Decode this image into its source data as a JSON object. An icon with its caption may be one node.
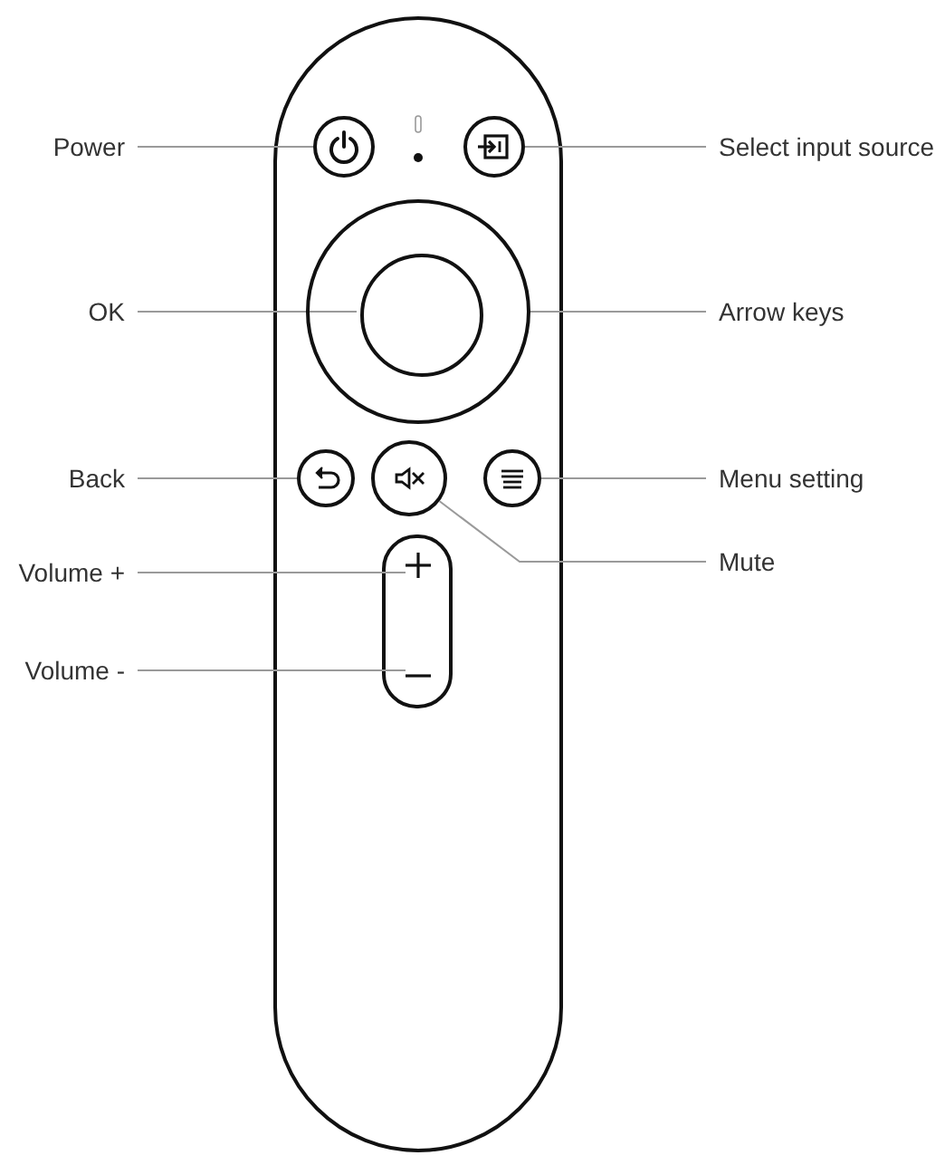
{
  "diagram": {
    "nodes": [
      {
        "text": [
          "Power"
        ]
      },
      {
        "text": [],
        "shape": "circle"
      },
      {
        "text": [
          "Select input source"
        ]
      },
      {
        "text": [],
        "shape": "circle"
      },
      {
        "text": [
          "OK"
        ]
      },
      {
        "text": [
          "Arrow keys"
        ]
      },
      {
        "text": [],
        "shape": "circle"
      },
      {
        "text": [],
        "shape": "circle",
        "in": 6
      },
      {
        "text": [
          "Back"
        ]
      },
      {
        "text": [],
        "shape": "circle"
      },
      {
        "text": [],
        "shape": "circle"
      },
      {
        "text": [],
        "shape": "circle"
      },
      {
        "text": [
          "Menu setting"
        ]
      },
      {
        "text": [
          "Mute"
        ]
      },
      {
        "text": [
          "Volume +"
        ]
      },
      {
        "text": [],
        "shape": "box"
      },
      {
        "text": [
          "Volume -"
        ]
      },
      {
        "text": [],
        "shape": "box"
      }
    ],
    "edges": [
      {
        "from": 0,
        "to": 1,
        "arrow": "none"
      },
      {
        "from": 2,
        "to": 3,
        "arrow": "none"
      },
      {
        "from": 4,
        "to": 7,
        "arrow": "none"
      },
      {
        "from": 5,
        "to": 6,
        "arrow": "none"
      },
      {
        "from": 8,
        "to": 9,
        "arrow": "none"
      },
      {
        "from": 12,
        "to": 11,
        "arrow": "none"
      },
      {
        "from": 13,
        "to": 10,
        "arrow": "none"
      },
      {
        "from": 14,
        "to": 15,
        "arrow": "none"
      },
      {
        "from": 16,
        "to": 17,
        "arrow": "none"
      }
    ]
  }
}
